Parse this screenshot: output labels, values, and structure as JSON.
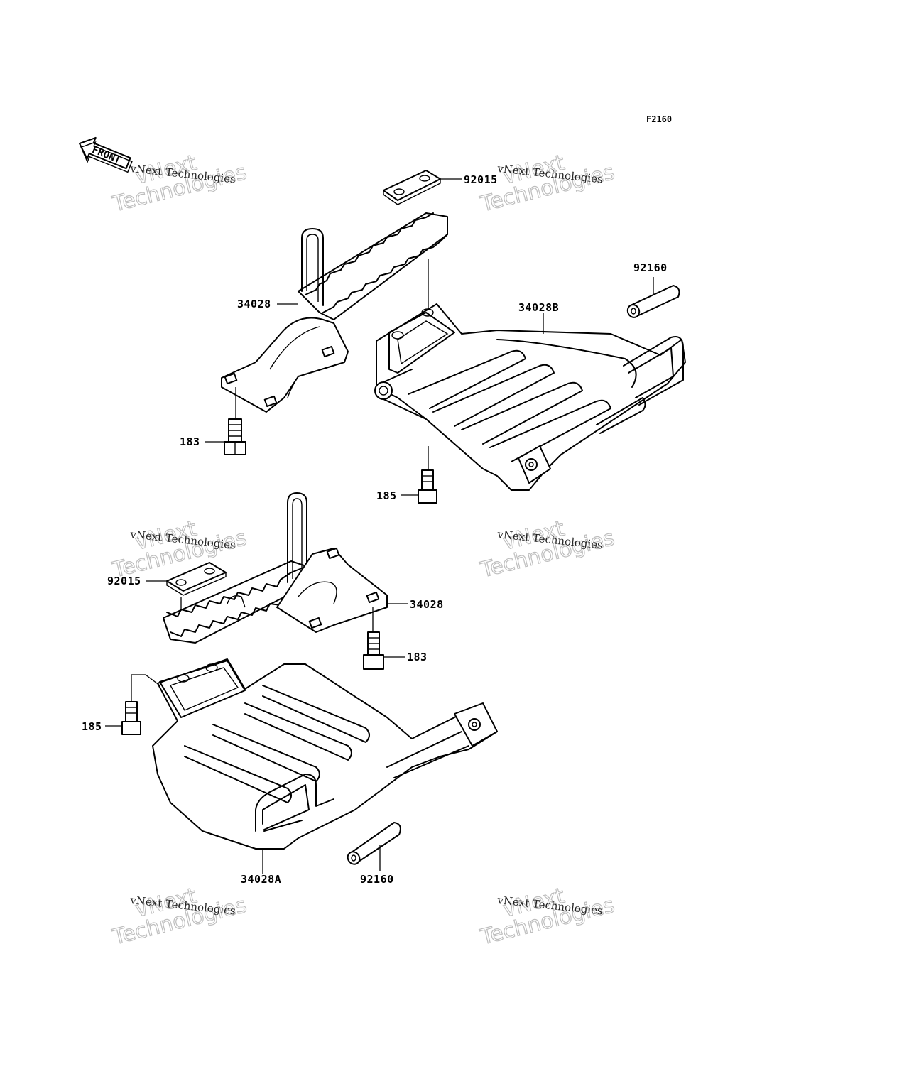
{
  "figure_code": "F2160",
  "front_label": "FRONT",
  "watermark": {
    "line1": "vNext",
    "line2": "Technologies",
    "small": "vNext Technologies"
  },
  "parts": {
    "p92015_top": "92015",
    "p34028_top": "34028",
    "p34028B": "34028B",
    "p92160_top": "92160",
    "p183_top": "183",
    "p185_top": "185",
    "p92015_bottom": "92015",
    "p34028_bottom": "34028",
    "p183_bottom": "183",
    "p185_bottom": "185",
    "p34028A": "34028A",
    "p92160_bottom": "92160"
  }
}
